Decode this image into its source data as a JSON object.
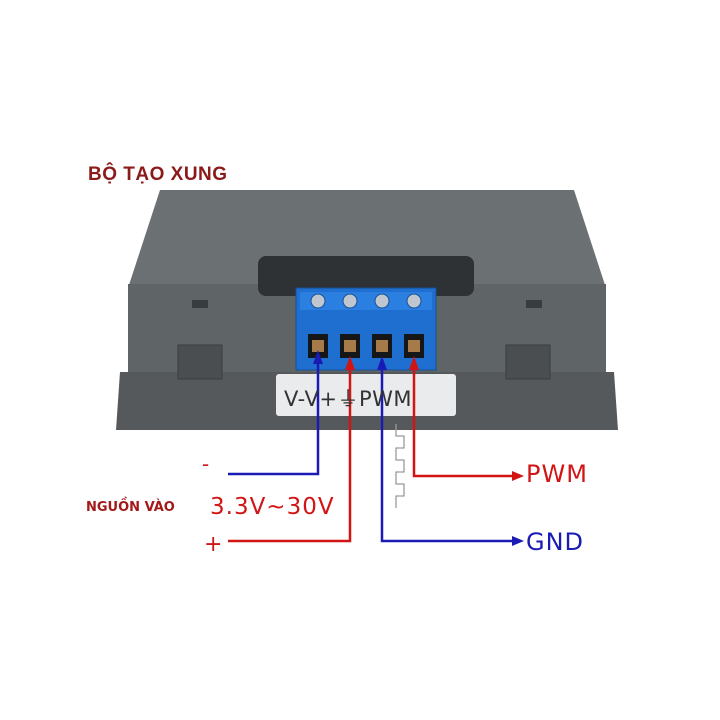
{
  "title": "BỘ TẠO XUNG",
  "pin_labels": "V-V+⏚PWM",
  "labels": {
    "pwm": "PWM",
    "gnd": "GND",
    "voltage": "3.3V~30V",
    "minus": "-",
    "plus": "+",
    "power_input": "NGUỒN VÀO"
  },
  "colors": {
    "title": "#8b1a1a",
    "wire_red": "#d21414",
    "wire_blue": "#1a1ab4",
    "terminal_blue": "#1f6fd0",
    "device_gray": "#5f6467"
  }
}
